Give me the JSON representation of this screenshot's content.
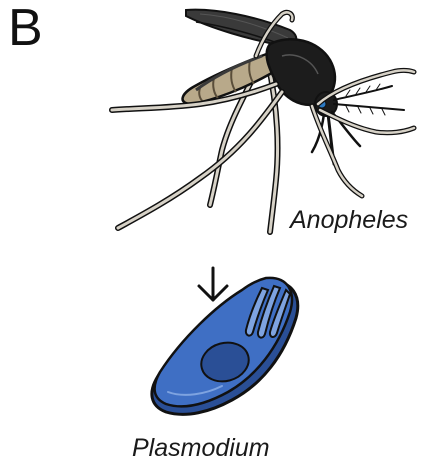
{
  "panel": {
    "label": "B"
  },
  "organisms": {
    "vector_name": "Anopheles",
    "parasite_name": "Plasmodium"
  },
  "icons": {
    "mosquito": "mosquito-icon",
    "arrow": "arrow-down-icon",
    "parasite": "plasmodium-cell-icon"
  },
  "colors": {
    "mosquito_body": "#1c1c1c",
    "mosquito_abdomen": "#b8a98a",
    "mosquito_legs": "#d7d2c7",
    "parasite_fill": "#3f6fc4",
    "parasite_dark": "#2a4f96",
    "parasite_light": "#7ea3e0",
    "outline": "#111111"
  }
}
